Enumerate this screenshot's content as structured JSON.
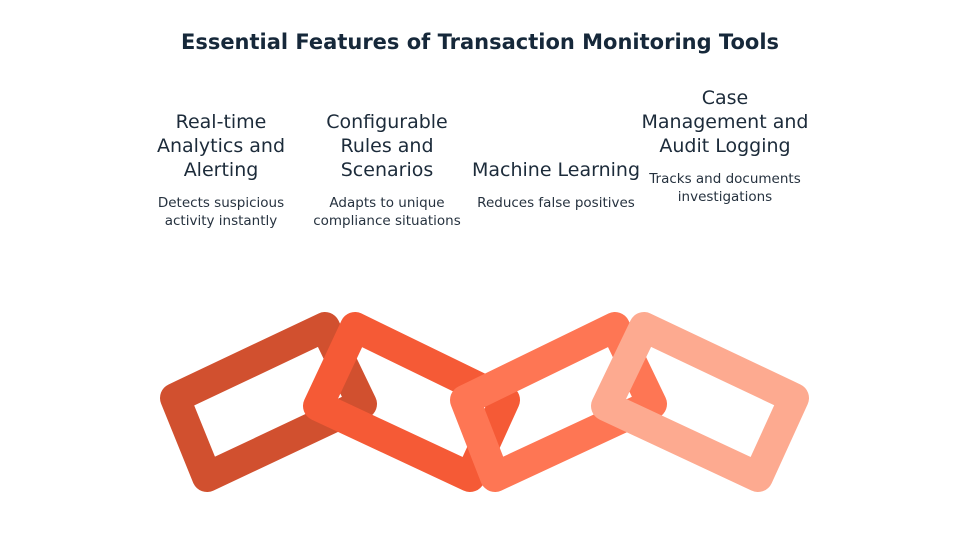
{
  "title": "Essential Features of Transaction Monitoring Tools",
  "features": [
    {
      "heading": "Real-time Analytics and Alerting",
      "description": "Detects suspicious activity instantly",
      "color": "#d1502f"
    },
    {
      "heading": "Configurable Rules and Scenarios",
      "description": "Adapts to unique compliance situations",
      "color": "#f55a36"
    },
    {
      "heading": "Machine Learning",
      "description": "Reduces false positives",
      "color": "#fe7654"
    },
    {
      "heading": "Case Management and Audit Logging",
      "description": "Tracks and documents investigations",
      "color": "#fdaa90"
    }
  ]
}
